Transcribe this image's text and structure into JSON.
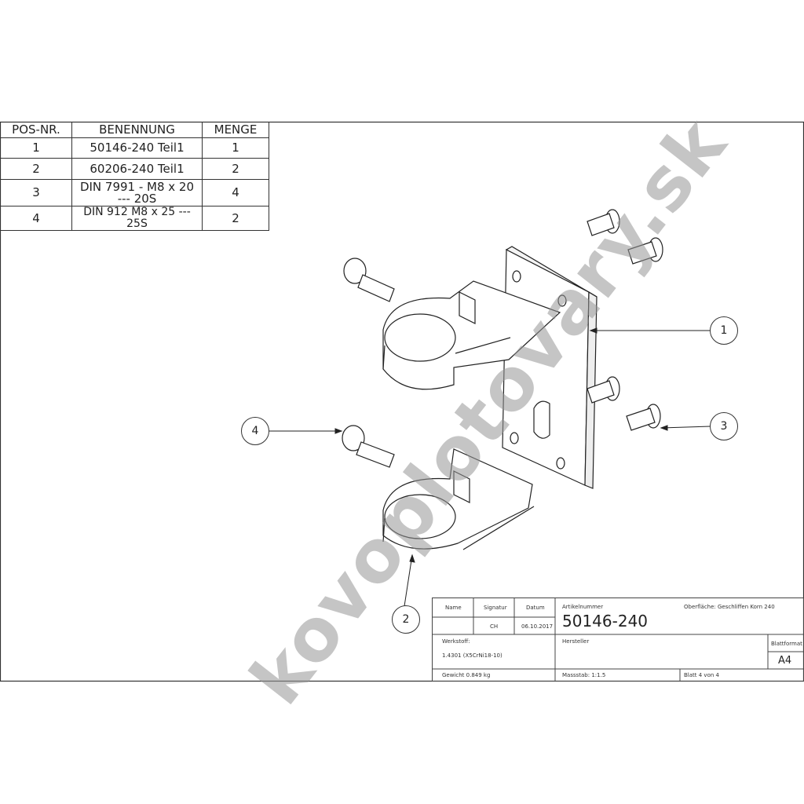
{
  "bom": {
    "headers": [
      "POS-NR.",
      "BENENNUNG",
      "MENGE"
    ],
    "rows": [
      {
        "pos": "1",
        "name": "50146-240 Teil1",
        "qty": "1"
      },
      {
        "pos": "2",
        "name": "60206-240 Teil1",
        "qty": "2"
      },
      {
        "pos": "3",
        "name": "DIN 7991 - M8 x 20 --- 20S",
        "qty": "4"
      },
      {
        "pos": "4",
        "name": "DIN 912 M8 x 25 --- 25S",
        "qty": "2"
      }
    ]
  },
  "balloons": [
    "1",
    "2",
    "3",
    "4"
  ],
  "watermark": "kovoplotovary.sk",
  "title_block": {
    "name_label": "Name",
    "signatur_label": "Signatur",
    "datum_label": "Datum",
    "signatur": "CH",
    "datum": "06.10.2017",
    "artikel_label": "Artikelnummer",
    "artikel": "50146-240",
    "oberflaeche": "Oberfläche:  Geschliffen Korn 240",
    "werkstoff_label": "Werkstoff:",
    "werkstoff": "1.4301 (X5CrNi18-10)",
    "hersteller_label": "Hersteller",
    "blattformat_label": "Blattformat",
    "blattformat": "A4",
    "gewicht": "Gewicht 0.849 kg",
    "massstab": "Massstab: 1:1.5",
    "blatt": "Blatt 4 von 4"
  }
}
